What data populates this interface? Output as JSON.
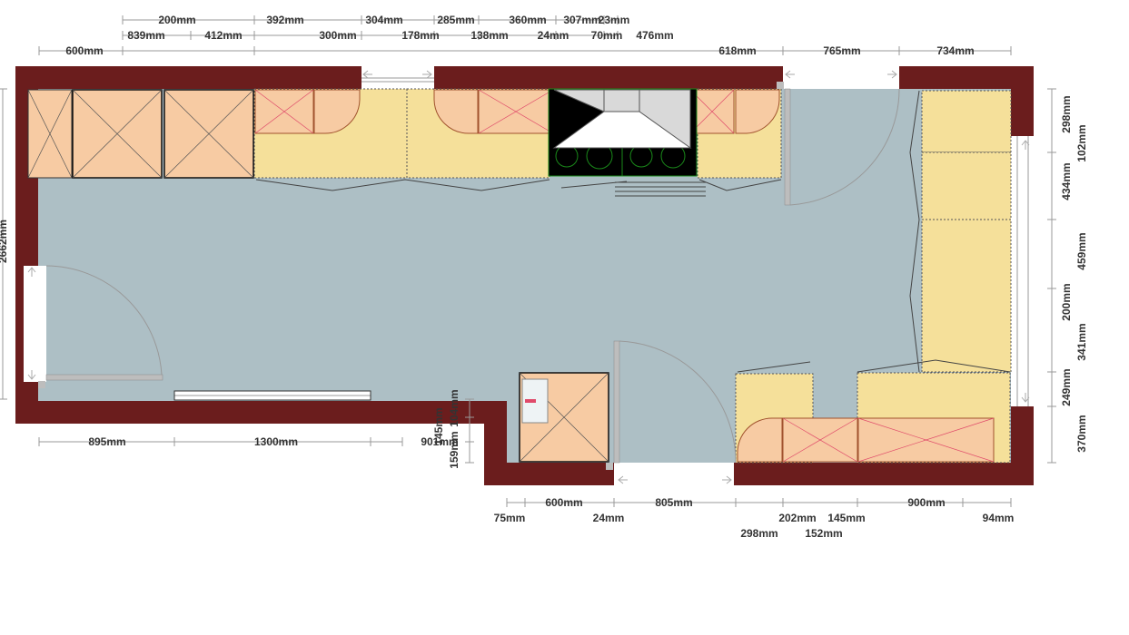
{
  "colors": {
    "wall": "#6b1d1d",
    "floor": "#adbfc5",
    "base_cabinet": "#f5e09a",
    "wall_cabinet": "#f7cba3",
    "hob": "#000000",
    "hood": "#d9d9d9",
    "door": "#bdbdbd",
    "cross_red": "#e04a6a"
  },
  "dimensions": {
    "top_row1": [
      "200mm",
      "392mm",
      "304mm",
      "285mm",
      "360mm",
      "307mm",
      "23mm"
    ],
    "top_row2": [
      "839mm",
      "412mm",
      "300mm",
      "178mm",
      "138mm",
      "24mm",
      "70mm",
      "476mm"
    ],
    "top_row3": [
      "600mm",
      "618mm",
      "765mm",
      "734mm"
    ],
    "left": [
      "2662mm"
    ],
    "right_inner": [
      "298mm",
      "434mm",
      "200mm",
      "249mm"
    ],
    "right_outer": [
      "102mm",
      "459mm",
      "341mm",
      "370mm"
    ],
    "bottom_left": [
      "895mm",
      "1300mm",
      "901mm"
    ],
    "step_vertical": [
      "159mm",
      "145mm",
      "104mm"
    ],
    "bottom_row1": [
      "600mm",
      "805mm",
      "900mm"
    ],
    "bottom_row2": [
      "75mm",
      "24mm",
      "202mm",
      "145mm",
      "94mm"
    ],
    "bottom_row3": [
      "298mm",
      "152mm"
    ]
  }
}
